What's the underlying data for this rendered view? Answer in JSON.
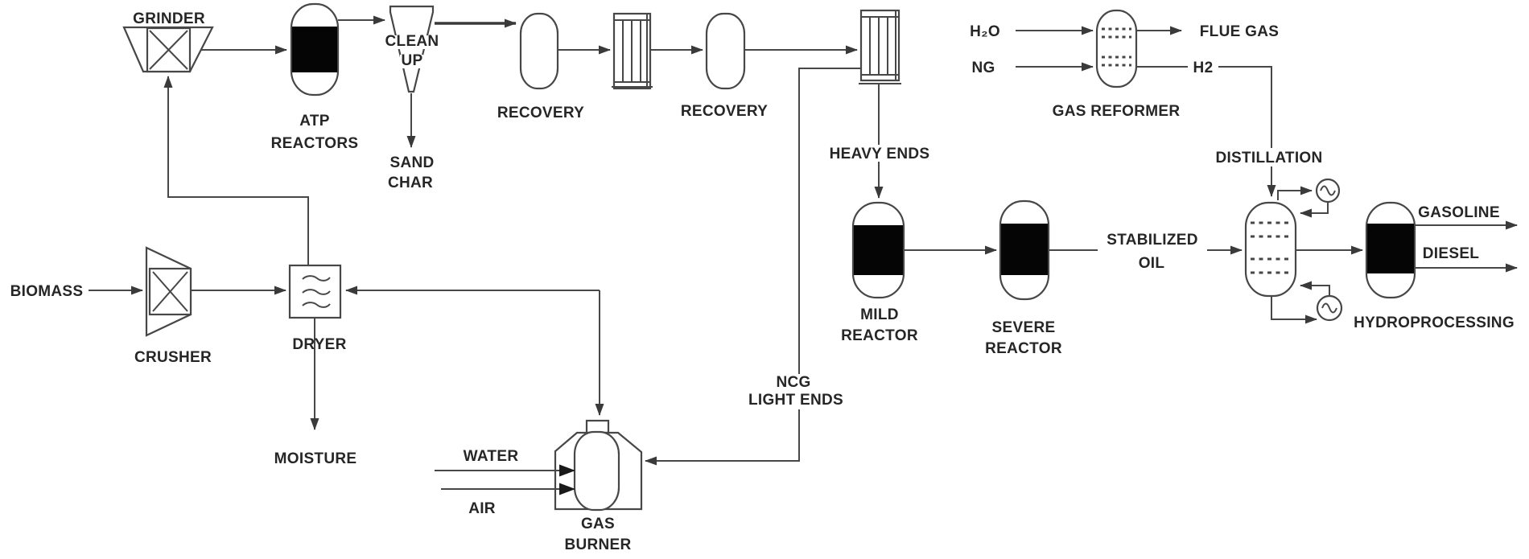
{
  "diagram": {
    "type": "process-flow-diagram"
  },
  "colors": {
    "background": "#ffffff",
    "line": "#474747",
    "text": "#262626",
    "vessel_band": "#050505"
  },
  "labels": {
    "grinder": "GRINDER",
    "atp_reactors": [
      "ATP",
      "REACTORS"
    ],
    "clean_up": [
      "CLEAN",
      "UP"
    ],
    "sand_char": [
      "SAND",
      "CHAR"
    ],
    "recovery_1": "RECOVERY",
    "recovery_2": "RECOVERY",
    "heavy_ends": "HEAVY ENDS",
    "ncg_light_ends": [
      "NCG",
      "LIGHT ENDS"
    ],
    "mild_reactor": [
      "MILD",
      "REACTOR"
    ],
    "severe_reactor": [
      "SEVERE",
      "REACTOR"
    ],
    "stabilized_oil": [
      "STABILIZED",
      "OIL"
    ],
    "h2o": "H₂O",
    "ng": "NG",
    "gas_reformer": "GAS REFORMER",
    "flue_gas": "FLUE GAS",
    "h2": "H2",
    "distillation": "DISTILLATION",
    "gasoline": "GASOLINE",
    "diesel": "DIESEL",
    "hydroprocessing": "HYDROPROCESSING",
    "biomass": "BIOMASS",
    "crusher": "CRUSHER",
    "dryer": "DRYER",
    "moisture": "MOISTURE",
    "water": "WATER",
    "air": "AIR",
    "gas_burner": [
      "GAS",
      "BURNER"
    ]
  }
}
